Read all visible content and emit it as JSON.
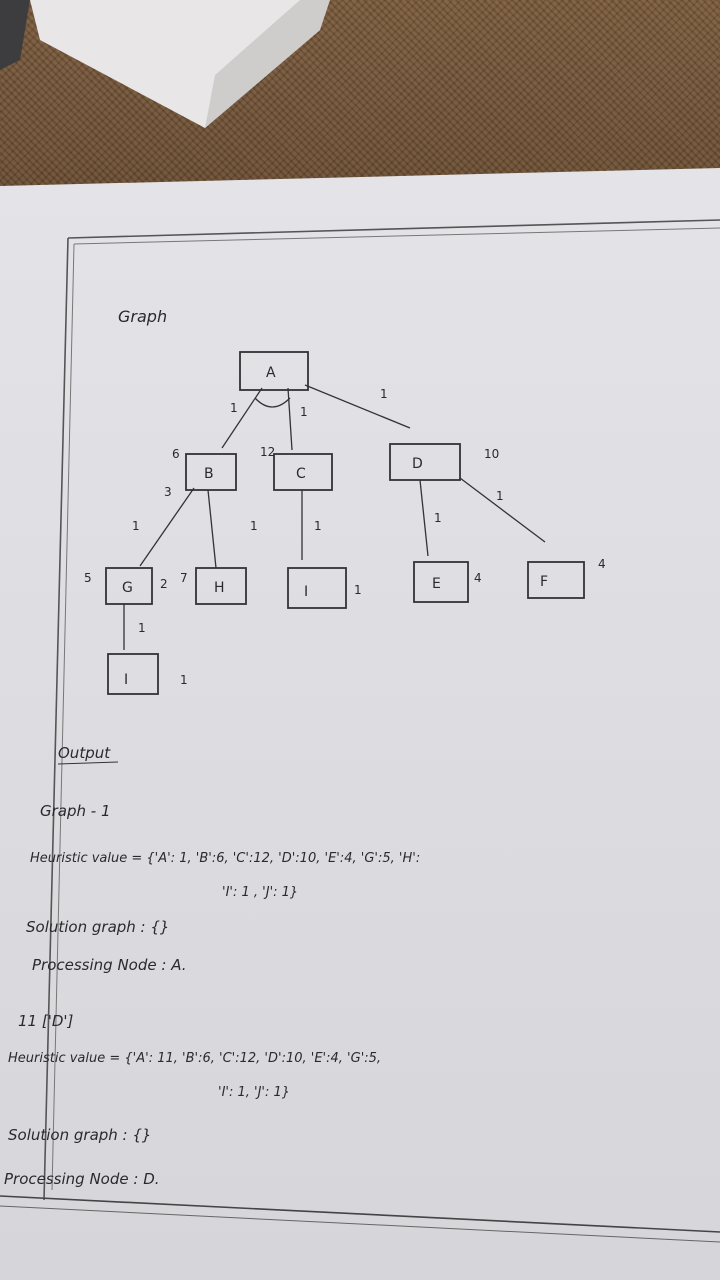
{
  "notebook": {
    "graph_heading": "Graph",
    "nodes": [
      {
        "id": "node-a",
        "label": "A"
      },
      {
        "id": "node-b",
        "label": "B",
        "value": "6"
      },
      {
        "id": "node-c",
        "label": "C",
        "value": "12"
      },
      {
        "id": "node-d",
        "label": "D",
        "value": "10"
      },
      {
        "id": "node-g",
        "label": "G",
        "value": "5"
      },
      {
        "id": "node-h",
        "label": "H",
        "value": "7"
      },
      {
        "id": "node-i2",
        "label": "I",
        "value": "1"
      },
      {
        "id": "node-e",
        "label": "E",
        "value": "4"
      },
      {
        "id": "node-f",
        "label": "F",
        "value": "4"
      },
      {
        "id": "node-i",
        "label": "I",
        "value": "1"
      }
    ],
    "edge_weights": {
      "a_b": "1",
      "a_c": "1",
      "a_d": "1",
      "b_g": "1",
      "b_h": "1",
      "b_extra": "3",
      "c_i": "1",
      "d_e": "1",
      "d_f": "1",
      "g_i": "1",
      "gh": "2"
    },
    "output_heading": "Output",
    "graph1_label": "Graph - 1",
    "heuristic_line1": "Heuristic value = {'A': 1, 'B':6, 'C':12, 'D':10, 'E':4, 'G':5, 'H':",
    "heuristic_line1_cont": "'I': 1 , 'J': 1}",
    "solution_line1": "Solution graph : {}",
    "processing_line1": "Processing Node : A.",
    "iter_label": "11 ['D']",
    "heuristic_line2": "Heuristic value = {'A': 11, 'B':6, 'C':12, 'D':10, 'E':4, 'G':5,",
    "heuristic_line2_cont": "'I': 1, 'J': 1}",
    "solution_line2": "Solution graph : {}",
    "processing_line2": "Processing Node : D."
  }
}
